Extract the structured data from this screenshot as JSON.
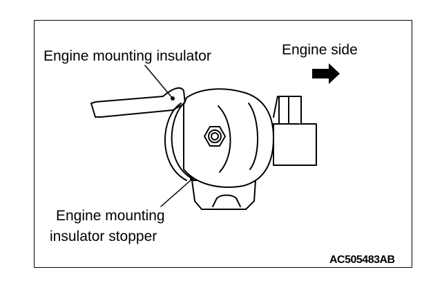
{
  "labels": {
    "insulator": "Engine mounting insulator",
    "engine_side": "Engine side",
    "stopper_line1": "Engine mounting",
    "stopper_line2": "insulator stopper"
  },
  "figure_code": "AC505483AB"
}
